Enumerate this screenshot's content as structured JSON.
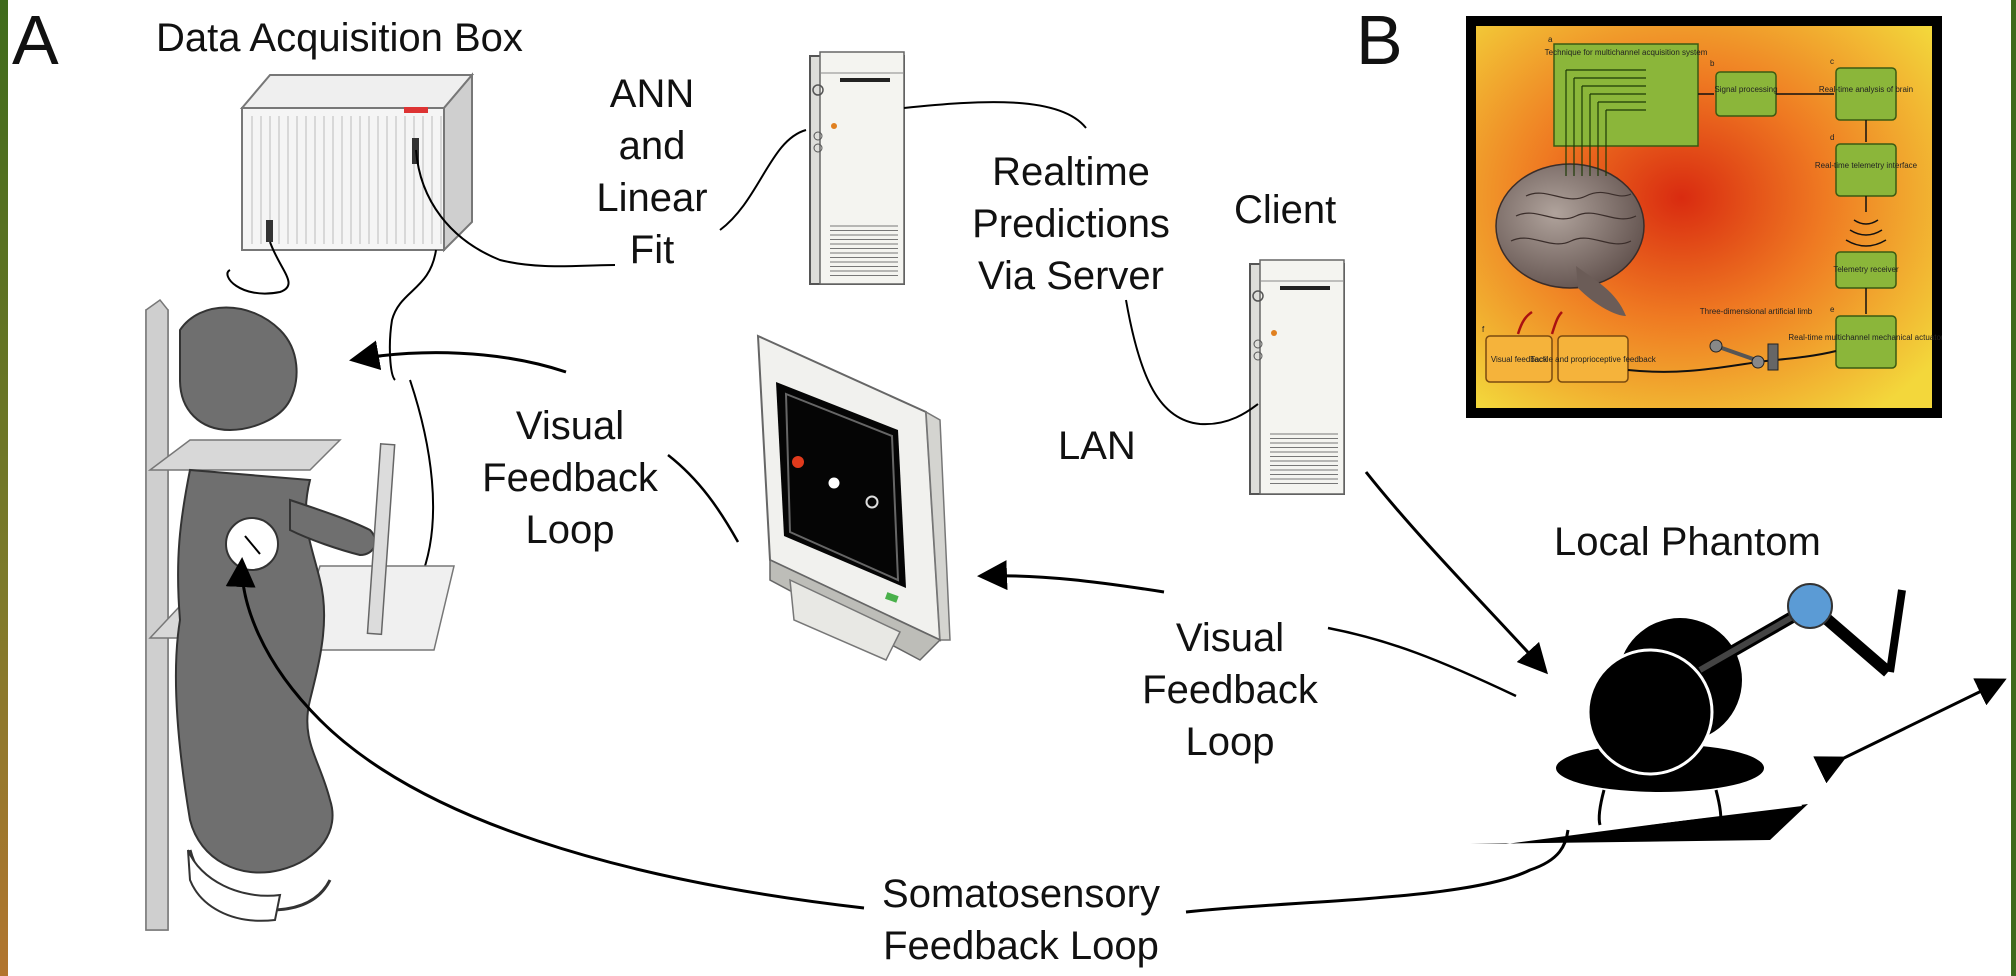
{
  "colors": {
    "left_border": "#5a7d1f",
    "phantom_ball": "#5b9bd5",
    "monkey": "#6f6f6f",
    "inset_bg_center": "#e0471f",
    "inset_bg_edge": "#f3d73b",
    "red_target": "#e03a1c"
  },
  "panels": {
    "a": "A",
    "b": "B"
  },
  "labels": {
    "daq": "Data Acquisition Box",
    "ann": [
      "ANN",
      "and",
      "Linear",
      "Fit"
    ],
    "realtime": [
      "Realtime",
      "Predictions",
      "Via Server"
    ],
    "client": "Client",
    "lan": "LAN",
    "visual_loop_left": [
      "Visual",
      "Feedback",
      "Loop"
    ],
    "visual_loop_right": [
      "Visual",
      "Feedback",
      "Loop"
    ],
    "local_phantom": "Local Phantom",
    "somato": [
      "Somatosensory",
      "Feedback Loop"
    ]
  },
  "inset": {
    "title": "Technique for multichannel acquisition system",
    "panel_letters": [
      "a",
      "b",
      "c",
      "d",
      "e",
      "f"
    ],
    "boxes": {
      "signal": "Signal processing",
      "realtime_analysis": "Real-time analysis of brain",
      "telemetry_interface": "Real-time telemetry interface",
      "telemetry_receiver": "Telemetry receiver",
      "actuator": "Real-time multichannel mechanical actuator",
      "visual_fb": "Visual feedback",
      "tactile_fb": "Tactile and proprioceptive feedback"
    },
    "limb_label": "Three-dimensional artificial limb"
  },
  "icons": [
    "computer-tower-icon",
    "monitor-icon",
    "daq-box-icon",
    "monkey-figure",
    "phantom-robot-icon"
  ]
}
